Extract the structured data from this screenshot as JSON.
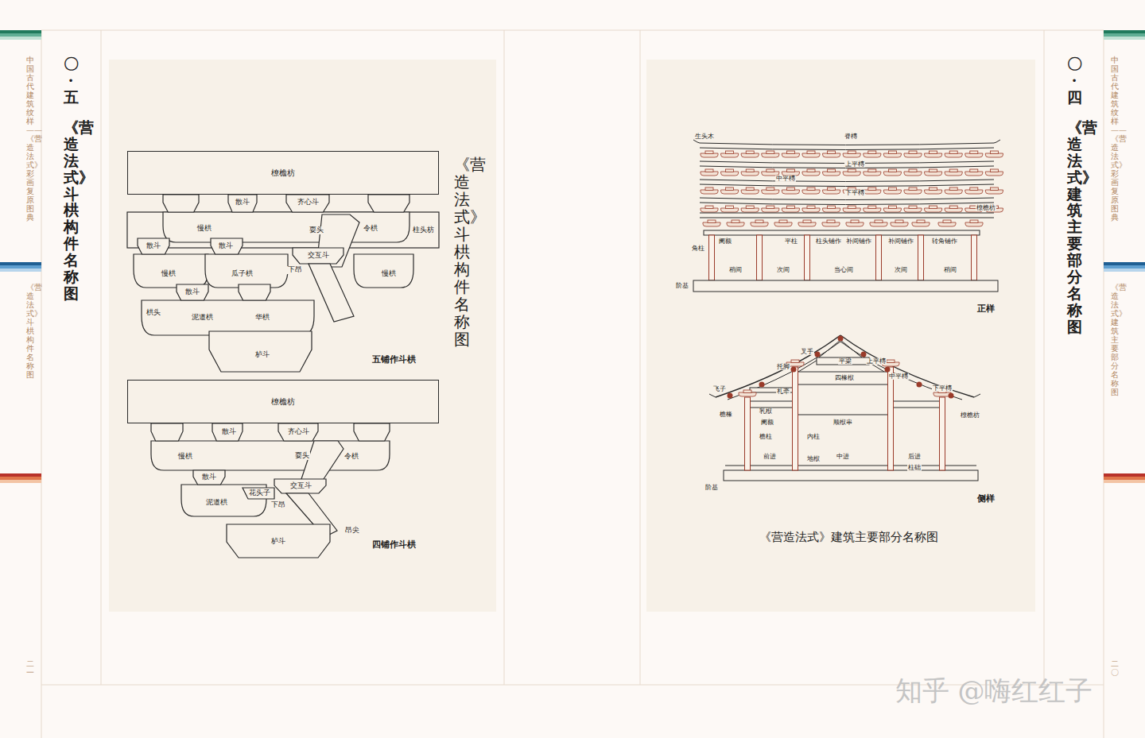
{
  "diagram": {
    "caption": "《营造法式》建筑主要部分名称图",
    "nodes": [
      {
        "text": [
          "橑檐枋"
        ]
      },
      {
        "text": [
          "橑檐枋"
        ]
      }
    ],
    "labels": [
      "〇·五",
      "《营造法式》斗栱构件名称图",
      "中国古代建筑纹样——《营造法式》彩画复原图典",
      "《营造法式》斗栱构件名称图",
      "二一",
      "《营造法式》斗栱构件名称图",
      "散斗",
      "齐心斗",
      "慢栱",
      "耍头",
      "令栱",
      "柱头枋",
      "散斗",
      "散斗",
      "交互斗",
      "下昂",
      "慢栱",
      "瓜子栱",
      "慢栱",
      "散斗",
      "栱头",
      "泥道栱",
      "华栱",
      "栌斗",
      "五铺作斗栱",
      "散斗",
      "齐心斗",
      "慢栱",
      "耍头",
      "令栱",
      "散斗",
      "交互斗",
      "花头子",
      "下昂",
      "泥道栱",
      "昂尖",
      "栌斗",
      "四铺作斗栱",
      "〇·四",
      "《营造法式》建筑主要部分名称图",
      "中国古代建筑纹样——《营造法式》彩画复原图典",
      "《营造法式》建筑主要部分名称图",
      "二〇",
      "生头木",
      "脊槫",
      "上平槫",
      "中平槫",
      "下平槫",
      "橑檐枋",
      "阑额",
      "角柱",
      "平柱",
      "柱头铺作",
      "补间铺作",
      "补间铺作",
      "转角铺作",
      "稍间",
      "次间",
      "当心间",
      "次间",
      "稍间",
      "阶基",
      "正样",
      "叉手",
      "平梁",
      "上平槫",
      "托脚",
      "四椽栿",
      "中平槫",
      "下平槫",
      "飞子",
      "札牵",
      "乳栿",
      "檐椽",
      "橑檐枋",
      "阑额",
      "顺栿串",
      "檐柱",
      "内柱",
      "前进",
      "中进",
      "后进",
      "地栿",
      "柱础",
      "阶基",
      "侧样",
      "知乎 @嗨红红子"
    ]
  }
}
